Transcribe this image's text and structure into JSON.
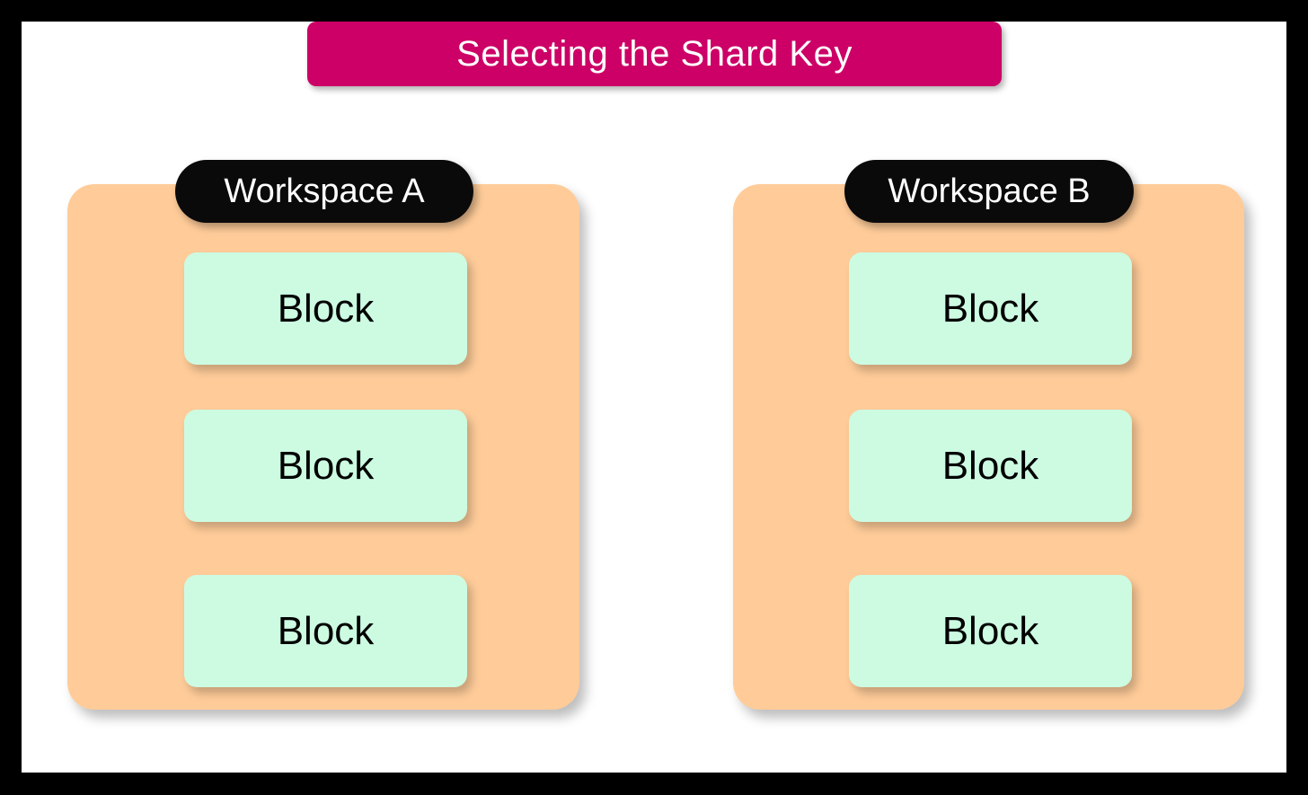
{
  "slide": {
    "title": "Selecting the Shard Key",
    "frame_color": "#000000",
    "canvas_color": "#ffffff",
    "title_banner_color": "#cc0066",
    "title_text_color": "#ffffff",
    "panel_color": "#ffcc99",
    "pill_color": "#0a0a0a",
    "pill_text_color": "#ffffff",
    "block_color": "#ccfbe2",
    "block_text_color": "#000000"
  },
  "workspaces": [
    {
      "label": "Workspace A",
      "blocks": [
        {
          "label": "Block"
        },
        {
          "label": "Block"
        },
        {
          "label": "Block"
        }
      ]
    },
    {
      "label": "Workspace B",
      "blocks": [
        {
          "label": "Block"
        },
        {
          "label": "Block"
        },
        {
          "label": "Block"
        }
      ]
    }
  ]
}
